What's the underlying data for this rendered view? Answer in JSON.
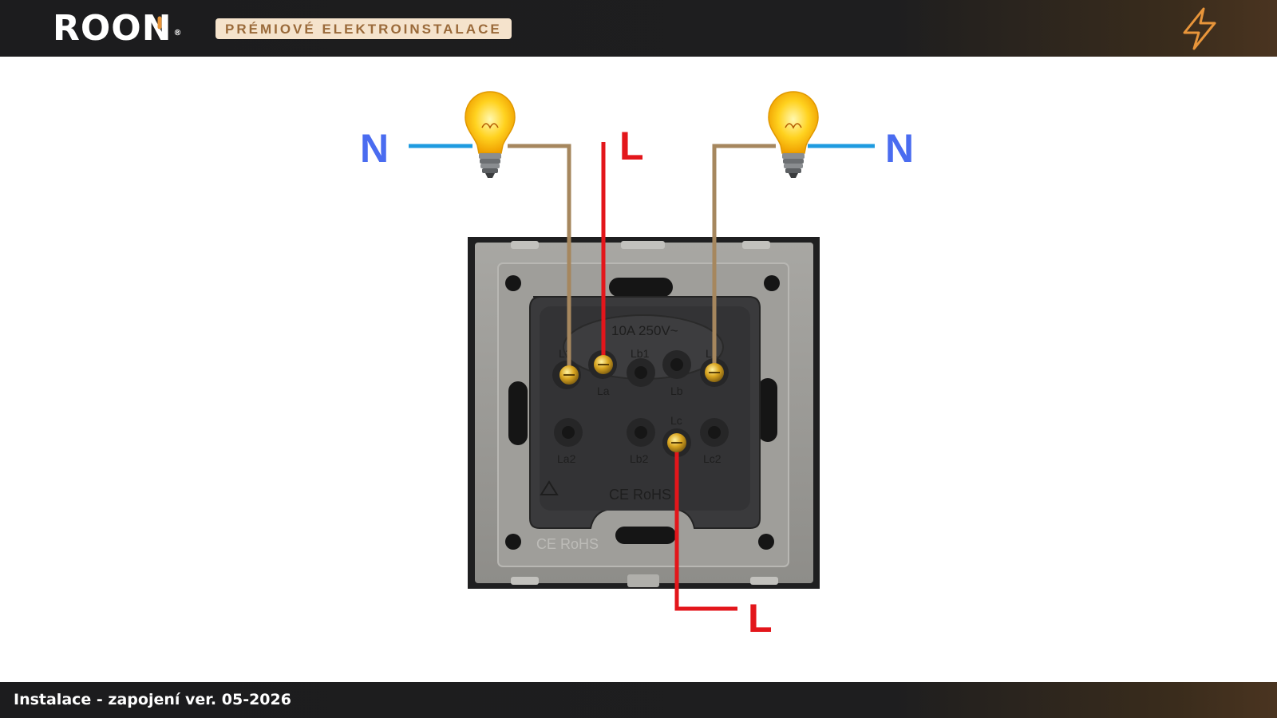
{
  "header": {
    "logo_text": "ROON",
    "logo_mark": "®",
    "tagline": "PRÉMIOVÉ ELEKTROINSTALACE",
    "icon": "lightning-bolt-icon"
  },
  "diagram": {
    "labels": {
      "neutral_left": "N",
      "neutral_right": "N",
      "live_top": "L",
      "live_bottom": "L"
    },
    "switch_markings": {
      "rating": "10A 250V~",
      "terminal_la": "La",
      "terminal_lb1": "Lb1",
      "terminal_lb": "Lb",
      "terminal_la2": "La2",
      "terminal_lb2": "Lb2",
      "terminal_lc": "Lc",
      "terminal_lc2": "Lc2",
      "terminal_l1": "L1",
      "cert_module": "CE RoHS",
      "cert_frame": "CE RoHS"
    },
    "colors": {
      "neutral": "#1e9be0",
      "live": "#e3161b",
      "switched": "#a6875e",
      "label_n": "#4a6cf0",
      "label_l": "#e3161b"
    }
  },
  "footer": {
    "text": "Instalace - zapojení ver. 05-2026"
  }
}
